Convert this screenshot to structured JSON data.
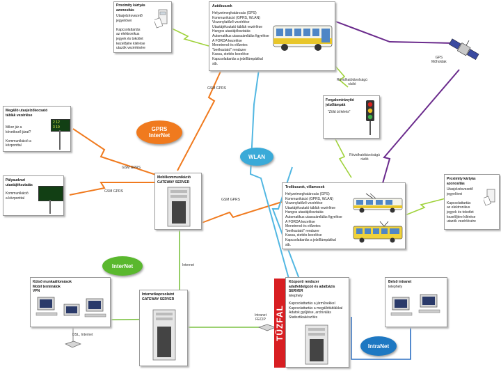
{
  "nodes": {
    "proximity_top": {
      "title_lines": [
        "Proximity kártyás",
        "azonosítás"
      ],
      "lines": [
        "Utasjelzésvezető",
        "jegyelövei",
        "",
        "Kapcsolattartás",
        "az elektronikus",
        "jegyek és tokotlet",
        "kezelőjére kilérése",
        "utazók vezérlésére"
      ]
    },
    "bus": {
      "title": "Autóbuszok",
      "lines": [
        "Helyzetmeghatározás (GPS)",
        "Kommunikáció (GPRS, WLAN)",
        "Viszonylatőző vezérlése",
        "Utastájékoztató táblák vezérlése",
        "Hangos utastájékoztatás",
        "Automatikus utasszámlálás figyelése",
        "A FORDA kezelése",
        "Menetrend és előzetes",
        "\"beékoztató\" rendszer",
        "Kassa, stettés kezelése",
        "Kapcsolattartás a jelzőlámpákkal",
        "stb."
      ]
    },
    "vms1": {
      "title_lines": [
        "Megálló utasjelzőkocsató",
        "táblák vezérlése"
      ],
      "lines": [
        "Mikor jár a",
        "következő járat?",
        "",
        "Kommunikáció a",
        "központtal"
      ],
      "sign_rows": [
        "2 12",
        "3 19"
      ]
    },
    "platform": {
      "title_lines": [
        "Pályaudvari",
        "utastájékoztatás"
      ],
      "lines": [
        "Kommunikáció",
        "a központtal"
      ]
    },
    "traffic_light": {
      "title_lines": [
        "Forgalomirányító",
        "jelzőlámpák"
      ],
      "lines": [
        "\"Zöld út kérés\""
      ]
    },
    "proximity_right": {
      "title_lines": [
        "Proximity kártyás",
        "azonosítás"
      ],
      "lines": [
        "Utasjelzésvezető",
        "jegyelövei",
        "",
        "Kapcsolattartás",
        "az elektronikus",
        "jegyek és tokotlet",
        "kezelőjére kilérése",
        "utazók vezérlésére"
      ]
    },
    "tram": {
      "title": "Trolibuszok, villamosok",
      "lines": [
        "Helyzetmeghatározás (GPS)",
        "Kommunikáció (GPRS, WLAN)",
        "Viszonylatőző vezérlése",
        "Utastájékoztató táblák vezérlése",
        "Hangos utastájékoztatás",
        "Automatikus utasszámlálás figyelése",
        "A FORDA kezelése",
        "Menetrend és előzetes",
        "\"beékoztató\" rendszer",
        "Kassa, stettés kezelése",
        "Kapcsolattartás a jelzőlámpákkal",
        "stb."
      ]
    },
    "mobile_gw": {
      "title_lines": [
        "Mobilkommunikáció",
        "GATEWAY SERVER"
      ]
    },
    "external": {
      "title_lines": [
        "Külső munkaállomások",
        "Mobil terminálok",
        "VPN"
      ]
    },
    "internet_gw": {
      "title_lines": [
        "Internetkapcsolatot",
        "GATEWAY SERVER"
      ]
    },
    "central": {
      "title_lines": [
        "Központi rendszer",
        "adatfeldolgozó és adatbázis",
        "SERVER"
      ],
      "subtitle": "telephely",
      "lines": [
        "Kapcsolattartás a járművekkel",
        "Kapcsolattartás a megállótáblákkal",
        "Adatok gyűjtése, archiválás",
        "Statisztikakészítés"
      ]
    },
    "intranet": {
      "title": "Belső intranet",
      "subtitle": "telephely"
    }
  },
  "clouds": [
    {
      "id": "gprs",
      "lines": [
        "GPRS",
        "InterNet"
      ],
      "color": "#f07a1e"
    },
    {
      "id": "wlan",
      "lines": [
        "WLAN"
      ],
      "color": "#3aaad8"
    },
    {
      "id": "internet",
      "lines": [
        "InterNet"
      ],
      "color": "#5ab82e"
    },
    {
      "id": "intranet",
      "lines": [
        "IntraNet"
      ],
      "color": "#1e78c2"
    }
  ],
  "labels": {
    "gprs_ministers": [
      "GPS",
      "Műholdak"
    ],
    "radio_top": [
      "Rövidhatótávolságú",
      "rádió"
    ],
    "radio_mid": [
      "Rövidhatótávolságú",
      "rádió"
    ],
    "gsm_gprs_1": "GSM GPRS",
    "gsm_gprs_2": "GSM GPRS",
    "gsm_gprs_3": "GSM GPRS",
    "gsm_gprs_4": "GSM GPRS",
    "internet_link": "Internet",
    "intranet_fecip": [
      "Intranet",
      "FECIP"
    ],
    "dsl_internet": "DSL, Internet",
    "firewall": "TŰZFAL"
  },
  "colors": {
    "gprs": "#f07a1e",
    "wlan": "#52b7e2",
    "gps": "#6a2a8c",
    "radio": "#9fd23a",
    "internet": "#7cc242",
    "intranet": "#2a6ec2",
    "firewall": "#d81e22"
  }
}
